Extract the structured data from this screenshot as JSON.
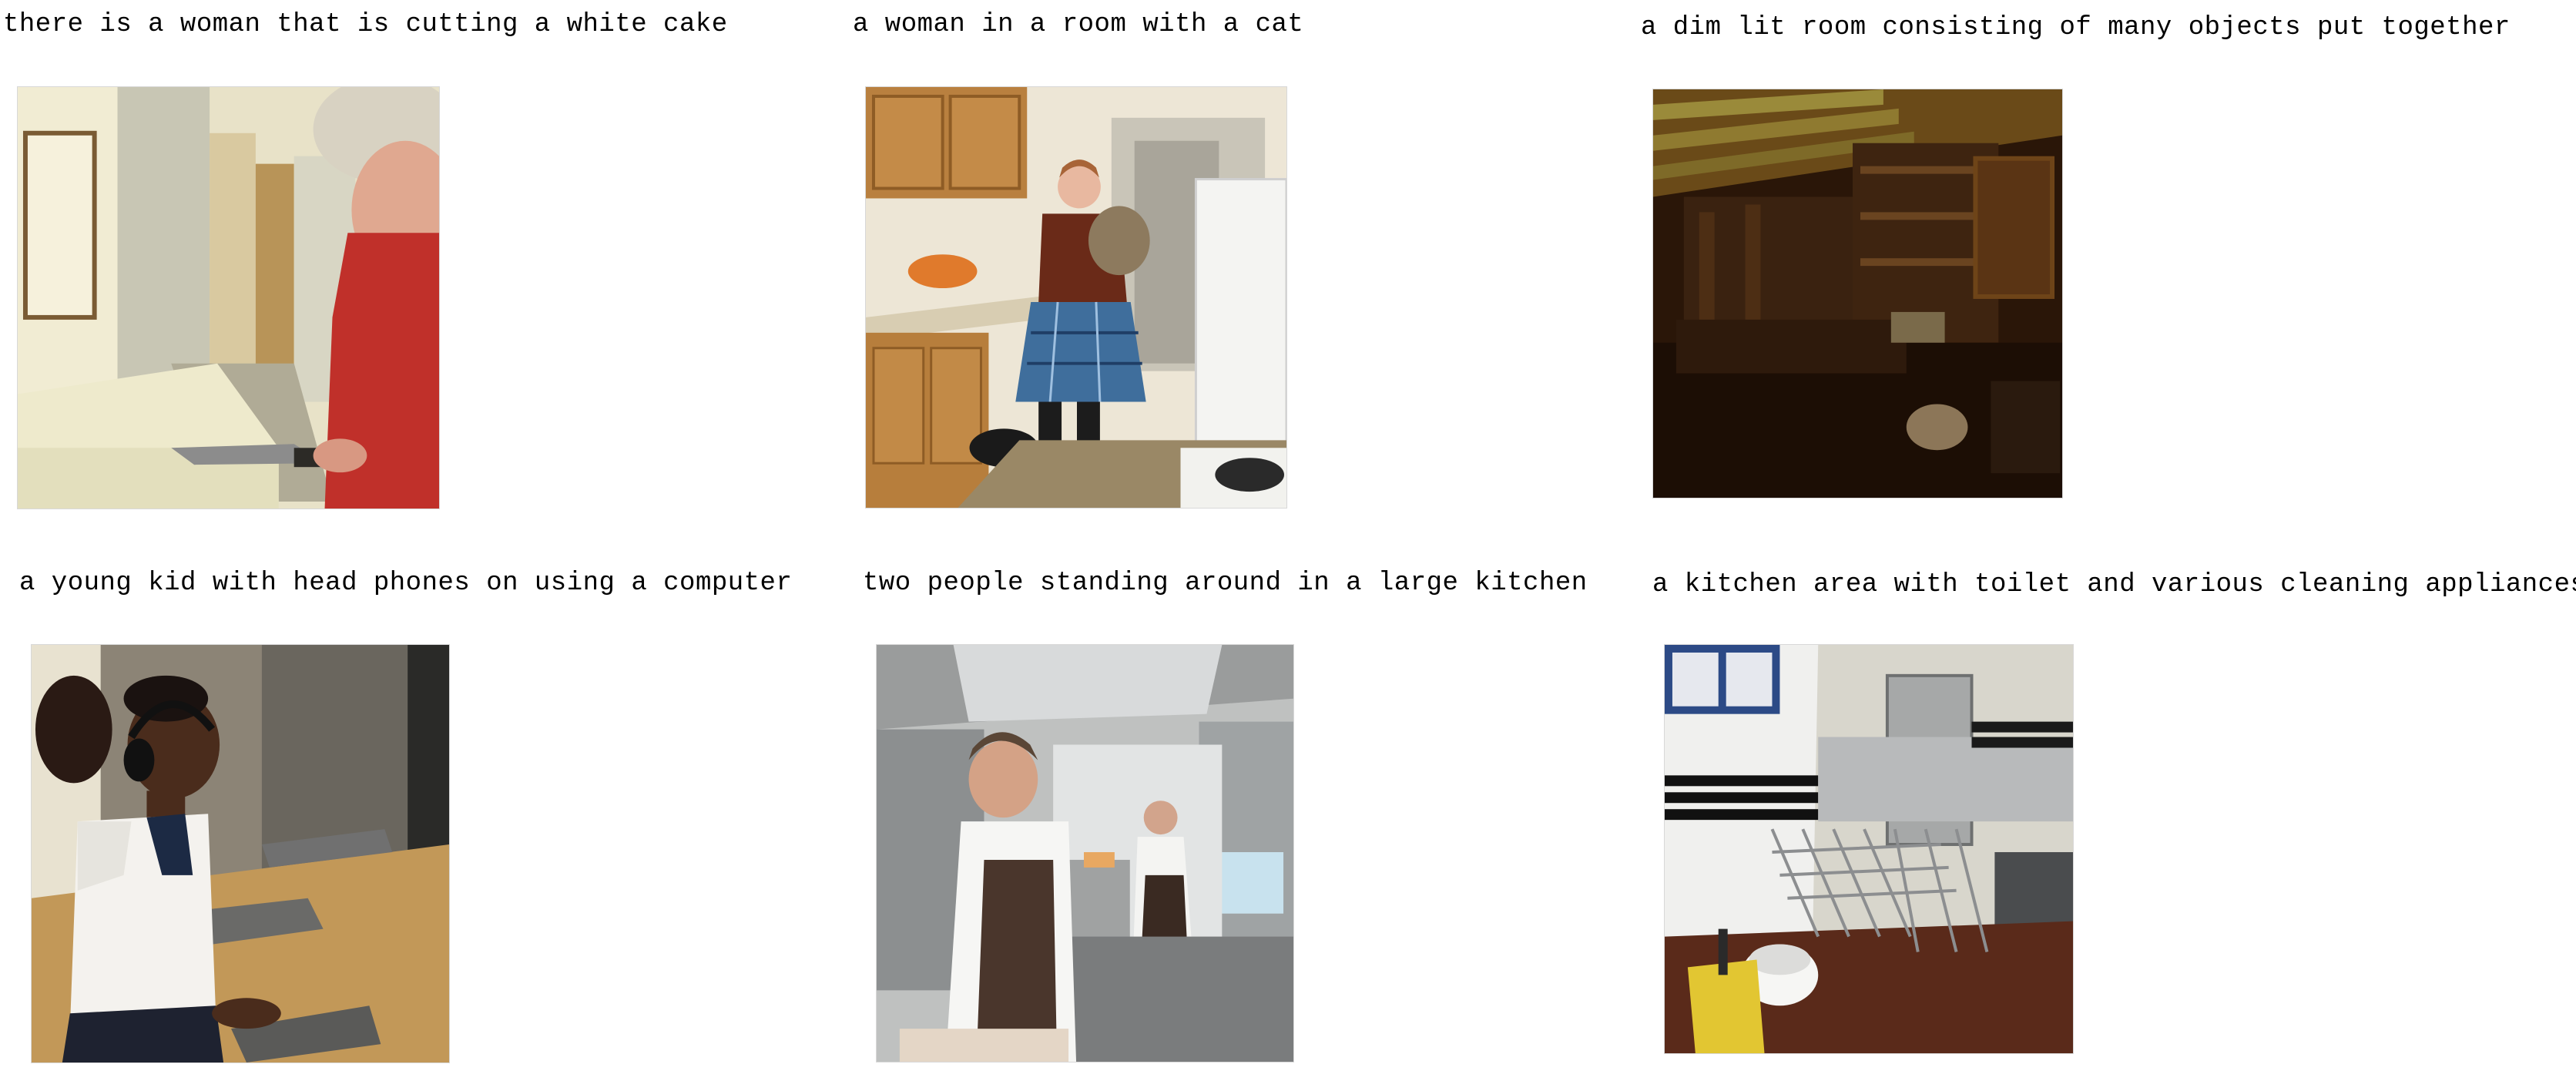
{
  "grid": {
    "items": [
      {
        "caption": "there is a woman that is cutting a white cake",
        "image": "photo-woman-cutting-cake"
      },
      {
        "caption": "a woman in a room with a cat",
        "image": "photo-woman-with-cat-kitchen"
      },
      {
        "caption": "a dim lit room consisting of many objects put together",
        "image": "photo-dim-lit-workshop"
      },
      {
        "caption": "a young kid with head phones on using a computer",
        "image": "photo-kid-headphones-computer"
      },
      {
        "caption": "two people standing around in a large kitchen",
        "image": "photo-two-people-commercial-kitchen"
      },
      {
        "caption": "a kitchen area with toilet and various cleaning appliances",
        "image": "photo-kitchen-toilet-cleaning"
      }
    ]
  }
}
